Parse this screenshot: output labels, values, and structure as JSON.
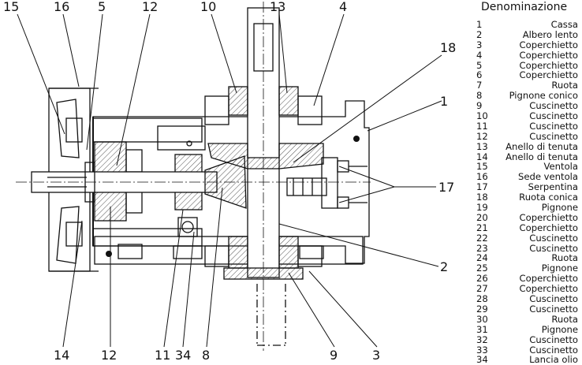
{
  "diagram": {
    "callouts": {
      "c15": "15",
      "c16": "16",
      "c5": "5",
      "c12top": "12",
      "c10": "10",
      "c13": "13",
      "c4": "4",
      "c18": "18",
      "c1": "1",
      "c17": "17",
      "c2": "2",
      "c14": "14",
      "c12bot": "12",
      "c11": "11",
      "c34": "34",
      "c8": "8",
      "c9": "9",
      "c3": "3"
    }
  },
  "legend": {
    "title": "Denominazione",
    "items": [
      {
        "num": "1",
        "name": "Cassa"
      },
      {
        "num": "2",
        "name": "Albero lento"
      },
      {
        "num": "3",
        "name": "Coperchietto"
      },
      {
        "num": "4",
        "name": "Coperchietto"
      },
      {
        "num": "5",
        "name": "Coperchietto"
      },
      {
        "num": "6",
        "name": "Coperchietto"
      },
      {
        "num": "7",
        "name": "Ruota"
      },
      {
        "num": "8",
        "name": "Pignone conico"
      },
      {
        "num": "9",
        "name": "Cuscinetto"
      },
      {
        "num": "10",
        "name": "Cuscinetto"
      },
      {
        "num": "11",
        "name": "Cuscinetto"
      },
      {
        "num": "12",
        "name": "Cuscinetto"
      },
      {
        "num": "13",
        "name": "Anello di tenuta"
      },
      {
        "num": "14",
        "name": "Anello di tenuta"
      },
      {
        "num": "15",
        "name": "Ventola"
      },
      {
        "num": "16",
        "name": "Sede ventola"
      },
      {
        "num": "17",
        "name": "Serpentina"
      },
      {
        "num": "18",
        "name": "Ruota conica"
      },
      {
        "num": "19",
        "name": "Pignone"
      },
      {
        "num": "20",
        "name": "Coperchietto"
      },
      {
        "num": "21",
        "name": "Coperchietto"
      },
      {
        "num": "22",
        "name": "Cuscinetto"
      },
      {
        "num": "23",
        "name": "Cuscinetto"
      },
      {
        "num": "24",
        "name": "Ruota"
      },
      {
        "num": "25",
        "name": "Pignone"
      },
      {
        "num": "26",
        "name": "Coperchietto"
      },
      {
        "num": "27",
        "name": "Coperchietto"
      },
      {
        "num": "28",
        "name": "Cuscinetto"
      },
      {
        "num": "29",
        "name": "Cuscinetto"
      },
      {
        "num": "30",
        "name": "Ruota"
      },
      {
        "num": "31",
        "name": "Pignone"
      },
      {
        "num": "32",
        "name": "Cuscinetto"
      },
      {
        "num": "33",
        "name": "Cuscinetto"
      },
      {
        "num": "34",
        "name": "Lancia olio"
      }
    ]
  }
}
